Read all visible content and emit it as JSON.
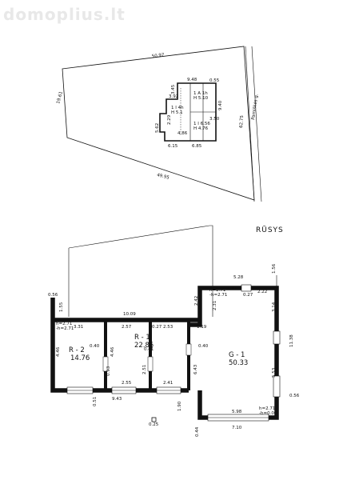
{
  "watermark": "domoplius.lt",
  "site_plan": {
    "street": "Pamiškės g.",
    "dims": {
      "top": "50.97",
      "left": "19.61",
      "bottom": "49.95",
      "right": "62.75",
      "b1": "9.48",
      "b2": "0.55",
      "b3": "3.92",
      "b4": "3.45",
      "b5": "9.40",
      "b6": "3.50",
      "b7": "5.62",
      "b8": "2.29",
      "b9": "4.86",
      "b10": "6.15",
      "b11": "6.85",
      "lab1": "1 A 1h\nH 5.10",
      "lab2": "1 I 6.56\nH 4.76",
      "lab3": "1 I 4h\nH 5.1"
    }
  },
  "floor_plan": {
    "title": "RŪSYS",
    "rooms": [
      {
        "code": "R - 2",
        "area": "14.76"
      },
      {
        "code": "R - 1",
        "area": "22.85"
      },
      {
        "code": "G - 1",
        "area": "50.33"
      }
    ],
    "dims": {
      "d_056_left": "0.56",
      "d_155": "1.55",
      "d_1009": "10.09",
      "d_242": "2.42",
      "d_528": "5.28",
      "d_156": "1.56",
      "d_230": "2.30",
      "d_027": "0.27",
      "d_222": "2.22",
      "d_231": "2.31",
      "d_314": "3.14",
      "d_1138": "11.38",
      "d_553": "5.53",
      "d_056_right": "0.56",
      "d_331": "3.31",
      "d_257": "2.57",
      "d_253": "2.53",
      "d_027b": "0.27",
      "d_119": "1.19",
      "d_446a": "4.46",
      "d_446b": "4.46",
      "d_643": "6.43",
      "d_040a": "0.40",
      "d_040b": "0.40",
      "d_041": "0.41",
      "d_033": "0.93",
      "d_251": "2.51",
      "d_255": "2.55",
      "d_241": "2.41",
      "d_943": "9.43",
      "d_051": "0.51",
      "d_598": "5.98",
      "d_710": "7.10",
      "d_190": "1.90",
      "d_044": "0.44",
      "d_025": "0.25",
      "h_left": "h=2.71\n-h=2.71",
      "h_top": "h=2.71\n-h=2.71",
      "h_bot": "h=2.71\n-h=0.00"
    }
  },
  "colors": {
    "line": "#111111",
    "background": "#ffffff",
    "watermark": "#e8e8e8"
  }
}
